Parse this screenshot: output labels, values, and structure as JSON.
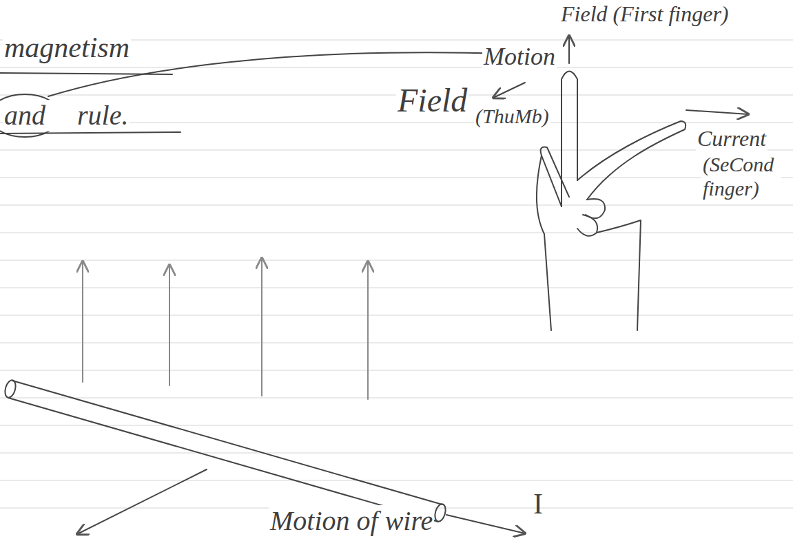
{
  "diagram": {
    "labels": [
      "magnetism",
      "and rule.",
      "Field (First finger)",
      "Motion",
      "(ThuMb)",
      "Field",
      "Current",
      "(SeCond finger)",
      "I",
      "Motion of wire"
    ]
  }
}
